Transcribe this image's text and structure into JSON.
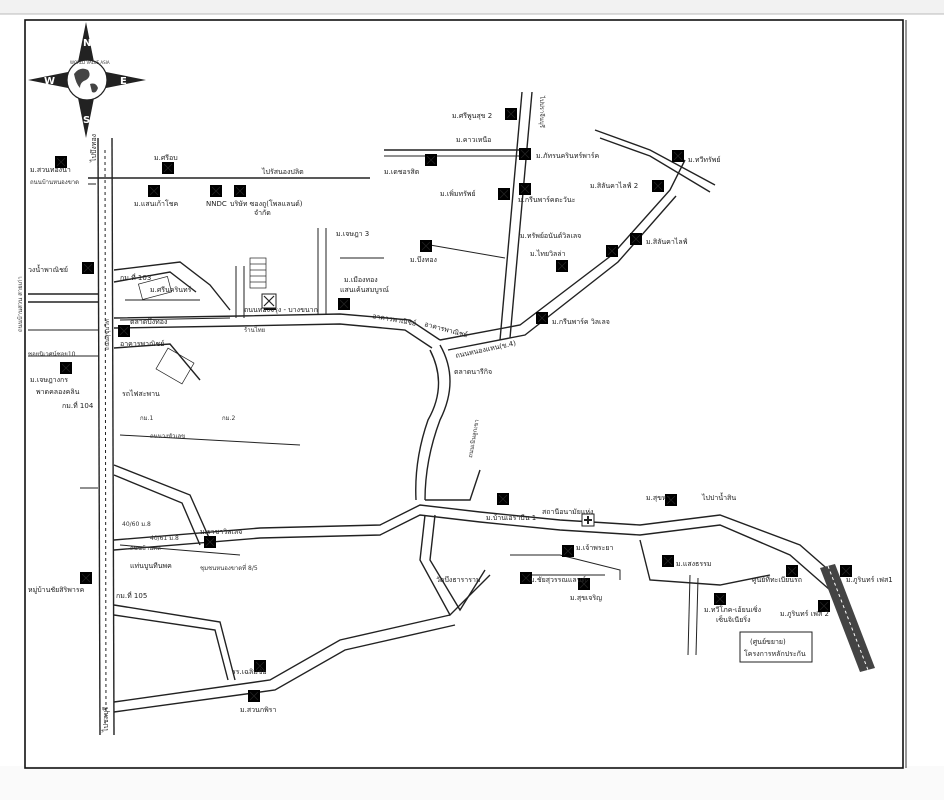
{
  "compass": {
    "n": "N",
    "s": "S",
    "e": "E",
    "w": "W",
    "ring_text": "WORLD VALUE ASIA"
  },
  "labels": {
    "noen_pluang_road": "ไปรัสนองปลิต",
    "tbs": "ม.ศรีอบ",
    "suan_nong_ta": "ม.สวนทองนา",
    "nong_khok": "ถนนบ้านหนองขาด",
    "mansion": "ม.แสนเก้าโชค",
    "nndc": "NNDC",
    "company": "บริษัท ซองถู(โพลแลนด์)",
    "company2": "จำกัด",
    "wat": "วงน้ำพาณิชย์",
    "km103": "กม.ที่ 103",
    "moo_chai": "ม.ศรีนครินทร์",
    "talat": "ตลาดบึงทอง",
    "arkan": "อาคารพาณิชย์",
    "soi10": "ซอยนิเวศน์ซอย10",
    "km104": "กม.ที่ 104",
    "chet_supan": "ม.เจษฎางกร",
    "pat_khlong": "พาดคลองคลิน",
    "rot": "รถไฟสะพาน",
    "wonghat": "ถนนวงหัวเลข",
    "rama": "40/60 ม.8",
    "rama2": "40/61 ม.8",
    "soi_p": "ถนนบ้านคล",
    "rachawilai": "ม.ราชาวิลเลจ",
    "sue": "ชุมชนหนองขาดที่ 8/5",
    "nan": "แท่นบูนทีนพค",
    "moo_ban": "หมู่บ้านชัยสิริพารค",
    "km105": "กม.ที่ 105",
    "chalerm": "รร.เฉลิมชัย",
    "suan_kitra": "ม.สวนกพิรา",
    "suan_station": "ไปบึงทอง",
    "jetsada3": "ม.เจษฎา 3",
    "muang_thong": "ม.เมืองทอง",
    "saen_sawat": "แสนเค้นสมบูรณ์",
    "moo_nong_road": "ถนนทองจรุง - บางขนาก",
    "thai_sot": "ร้านไทย",
    "nonghaeng": "ถนนหนองแหน(ข.4)",
    "talat_kit": "ตลาดนารีกิจ",
    "arkan2": "อาคารพาณิชย์",
    "arkan3": "อาคารพาณิชย์",
    "sriphun2": "ม.ศรีพูนสุข 2",
    "khao_nue": "ม.คาวเหนือ",
    "phatthana": "ม.ภัทรนครินทร์พาร์ค",
    "dekh_sathit": "ม.เดชอรสิต",
    "phumthap": "ม.เพิ่มทรัพย์",
    "green_park": "ม.กรีนพาร์คตะวันะ",
    "thawi": "ม.ทวีทรัพย์",
    "silathi2": "ม.สิลันคาไลฟ์ 2",
    "sap_anan": "ม.ทรัพย์อนันต์วิลเลจ",
    "silathi": "ม.สิลันคาไลฟ์",
    "phum_thong": "ม.บึงทอง",
    "thai_villa": "ม.ไทยวิลล่า",
    "green_park_v": "ม.กรีนพาร์ค วิลเลจ",
    "city_road": "ถนนเนินลูกเขา",
    "baan_ratri": "ม.บ้านเอราบีน 1",
    "station": "สถานีอนามัยแห่ง",
    "sukha": "ม.สุขหา",
    "kai_ko": "ไปปาน้ำสิน",
    "chao_phrao": "ม.เจ้าพระยา",
    "chai": "ม.ชัยสุวรรณแลนด์",
    "khon_bun": "ม.สุขเจริญ",
    "saen_charoen": "ม.แสงธรรม",
    "wat_nong": "วัดบึงธาราราม",
    "center": "ศูนย์ทีทะเบียนรถ",
    "phurin": "ม.ภูรินทร์ เฟส1",
    "mom_ko": "ม.ทวีโภค-เอ้ยนเซิ่ง",
    "mom_ko2": "เซ็นจิเนียริ่ง",
    "phurin2": "ม.ภูรินทร์ เฟส 2",
    "legend1": "(ศูนย์ขยาย)",
    "legend2": "โครงการหลักประกัน",
    "kil_1": "กม.1",
    "kil_2": "กม.2",
    "side_road": "ไปปราจีนบุรี",
    "side_road2": "ถนนสุขุมวิท",
    "baan_nong": "ถนนบ้านสวน สายเก่า",
    "ta_hua": "ไปชลบุรี"
  }
}
